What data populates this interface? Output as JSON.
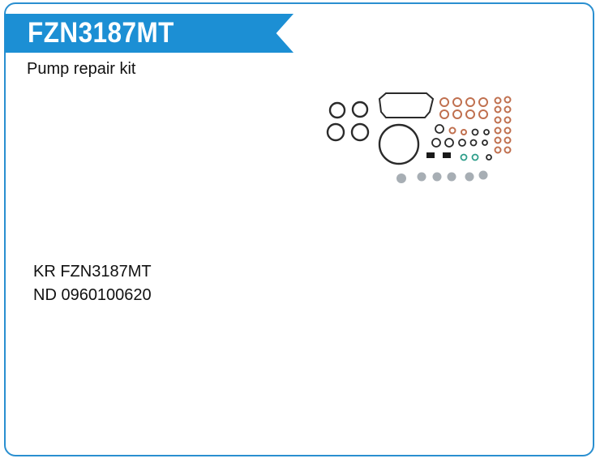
{
  "product": {
    "code": "FZN3187MT",
    "description": "Pump repair kit",
    "references": [
      "KR FZN3187MT",
      "ND 0960100620"
    ]
  },
  "colors": {
    "accent": "#1c8fd4",
    "border": "#2a8fd0",
    "copper": "#c0704f",
    "rubber": "#2a2a2a",
    "teal": "#2e9e8a",
    "grey_cap": "#a7aeb4"
  },
  "image": {
    "icon": "gasket-kit-photo-icon"
  }
}
